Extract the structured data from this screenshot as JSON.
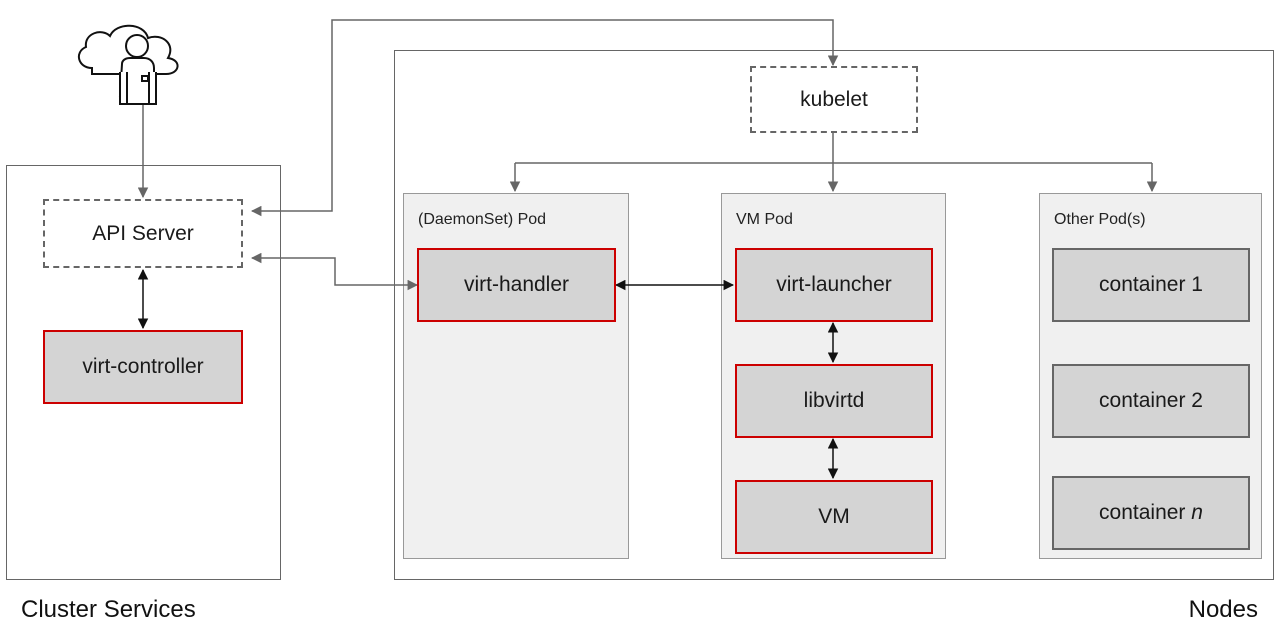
{
  "regions": {
    "cluster_services": "Cluster Services",
    "nodes": "Nodes"
  },
  "cluster": {
    "api_server": "API Server",
    "virt_controller": "virt-controller"
  },
  "node": {
    "kubelet": "kubelet",
    "daemonset_pod": {
      "label": "(DaemonSet) Pod",
      "virt_handler": "virt-handler"
    },
    "vm_pod": {
      "label": "VM Pod",
      "virt_launcher": "virt-launcher",
      "libvirtd": "libvirtd",
      "vm": "VM"
    },
    "other_pods": {
      "label": "Other Pod(s)",
      "container_1": "container 1",
      "container_2": "container 2",
      "container_n_prefix": "container ",
      "container_n_var": "n"
    }
  },
  "icons": {
    "user": "cloud-user-icon"
  },
  "colors": {
    "component_border": "#cc0000",
    "component_fill": "#d4d4d4",
    "pod_fill": "#f0f0f0",
    "connector": "#666666"
  }
}
